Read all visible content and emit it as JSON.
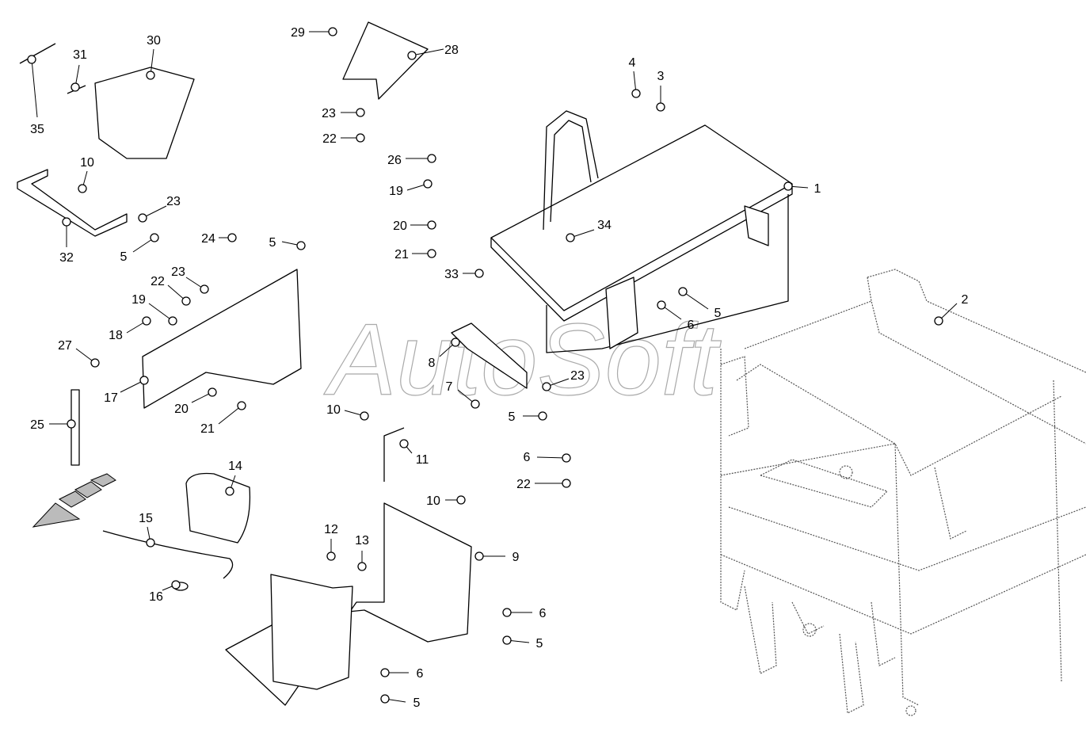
{
  "watermark": "AutoSoft",
  "callouts": [
    "35",
    "31",
    "30",
    "29",
    "28",
    "4",
    "3",
    "1",
    "23",
    "22",
    "26",
    "19",
    "20",
    "21",
    "10",
    "23",
    "5",
    "32",
    "24",
    "5",
    "34",
    "33",
    "23",
    "22",
    "19",
    "18",
    "27",
    "17",
    "20",
    "21",
    "2",
    "5",
    "6",
    "8",
    "23",
    "7",
    "5",
    "10",
    "11",
    "6",
    "22",
    "25",
    "14",
    "10",
    "9",
    "15",
    "12",
    "13",
    "16",
    "6",
    "5",
    "6",
    "5"
  ],
  "direction_arrow": "direction-arrow-icon"
}
